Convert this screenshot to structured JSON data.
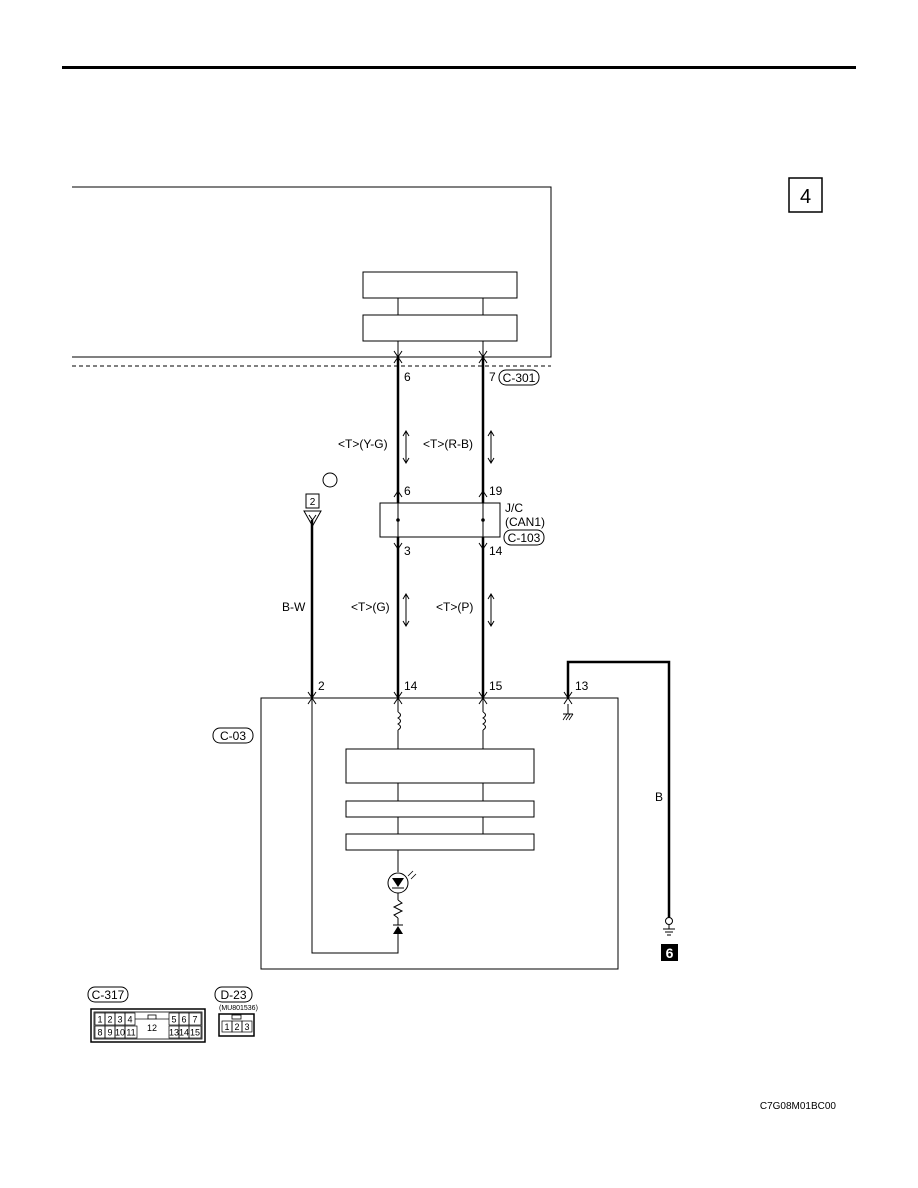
{
  "page_badge": "4",
  "connectors": {
    "c301": "C-301",
    "c103": "C-103",
    "c03": "C-03",
    "c317": "C-317",
    "d23": "D-23",
    "d23_part": "(MU801536)"
  },
  "pins": {
    "top_left": "6",
    "top_right": "7",
    "jc_in_left": "6",
    "jc_in_right": "19",
    "jc_out_left": "3",
    "jc_out_right": "14",
    "bottom_bw": "2",
    "bottom_left": "14",
    "bottom_right": "15",
    "bottom_ground": "13"
  },
  "wires": {
    "upper_left": "<T>(Y-G)",
    "upper_right": "<T>(R-B)",
    "lower_left": "<T>(G)",
    "lower_right": "<T>(P)",
    "bw": "B-W",
    "ground": "B"
  },
  "junction": {
    "line1": "J/C",
    "line2": "(CAN1)"
  },
  "flag_number": "2",
  "ground_number": "6",
  "c317_cells_top": [
    "1",
    "2",
    "3",
    "4",
    "5",
    "6",
    "7"
  ],
  "c317_cells_bottom": [
    "8",
    "9",
    "10",
    "11",
    "13",
    "14",
    "15"
  ],
  "c317_center": "12",
  "d23_cells": [
    "1",
    "2",
    "3"
  ],
  "figure_code": "C7G08M01BC00"
}
